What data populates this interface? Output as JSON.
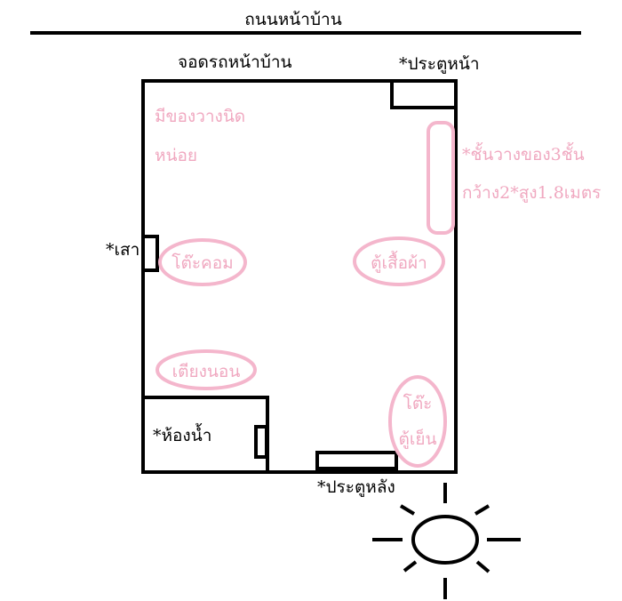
{
  "street_label": "ถนนหน้าบ้าน",
  "parking_label": "จอดรถหน้าบ้าน",
  "front_door_label": "*ประตูหน้า",
  "back_door_label": "*ประตูหลัง",
  "pillar_label": "*เสา",
  "bathroom_label": "*ห้องน้ำ",
  "clutter_note": [
    "มีของวางนิด",
    "หน่อย"
  ],
  "shelf_note": [
    "*ชั้นวางของ3ชั้น",
    "กว้าง2*สูง1.8เมตร"
  ],
  "furniture": {
    "computer_desk": "โต๊ะคอม",
    "wardrobe": "ตู้เสื้อผ้า",
    "bed": "เตียงนอน",
    "fridge_table": [
      "โต๊ะ",
      "ตู้เย็น"
    ]
  },
  "colors": {
    "ink": "#000000",
    "pink": "#f4b6cc"
  },
  "icons": {
    "sun": "sun-icon"
  }
}
